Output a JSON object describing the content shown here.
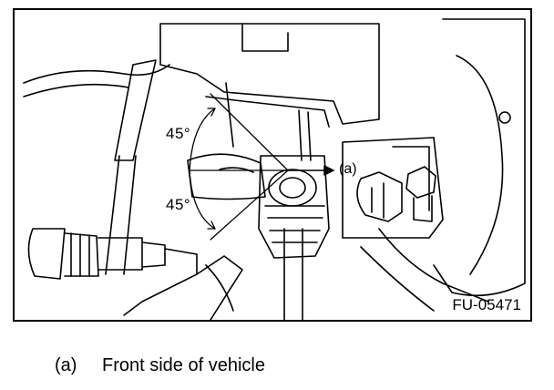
{
  "diagram": {
    "angle_upper": "45°",
    "angle_lower": "45°",
    "callout": "(a)",
    "figure_id": "FU-05471"
  },
  "legend": {
    "key": "(a)",
    "text": "Front side of vehicle"
  },
  "colors": {
    "line": "#000000",
    "background": "#ffffff"
  }
}
